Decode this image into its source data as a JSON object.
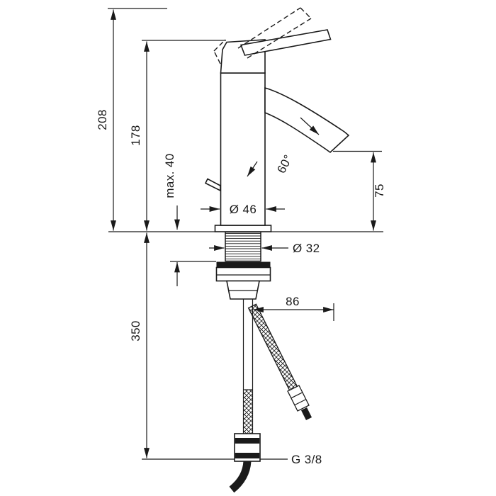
{
  "drawing": {
    "labels": {
      "overall_height": "208",
      "body_height": "178",
      "max_mounting_depth": "max. 40",
      "hose_length": "350",
      "spout_height": "75",
      "body_diameter": "Ø 46",
      "shank_diameter": "Ø 32",
      "hose_reach": "86",
      "spout_angle": "60°",
      "connection_thread": "G 3/8"
    }
  }
}
